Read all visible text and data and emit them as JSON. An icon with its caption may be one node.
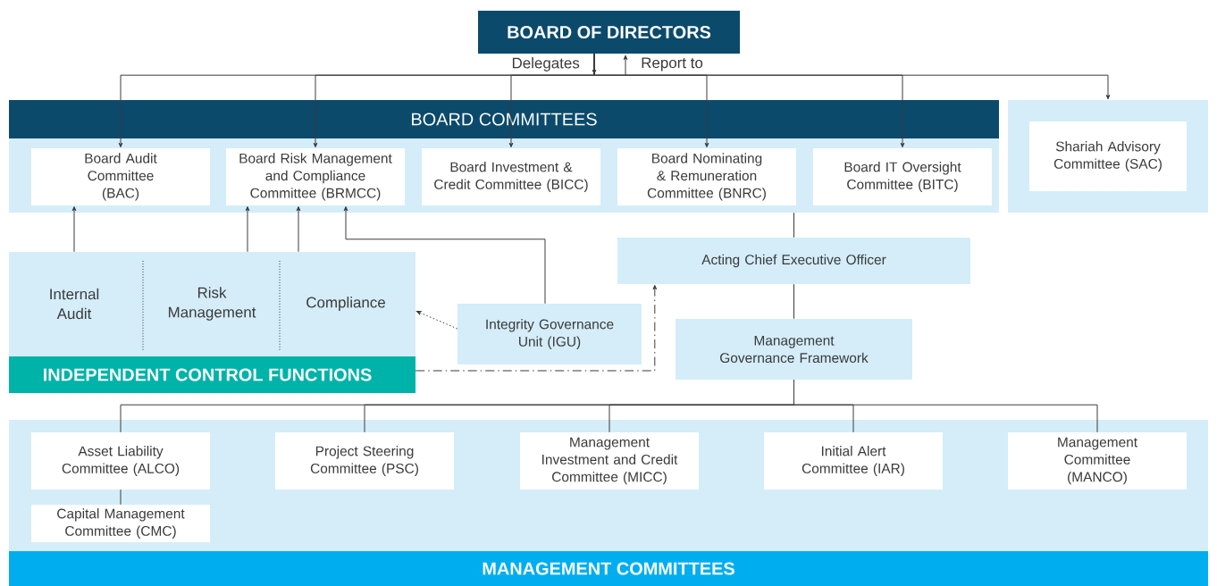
{
  "diagram": {
    "nodes": [
      {
        "text": [
          "BOARD OF DIRECTORS"
        ]
      },
      {
        "text": [
          "BOARD COMMITTEES"
        ]
      },
      {
        "text": [
          "Board Audit Committee (BAC)"
        ],
        "in": 1
      },
      {
        "text": [
          "Board Risk Management and Compliance Committee (BRMCC)"
        ],
        "in": 1
      },
      {
        "text": [
          "Board Investment & Credit Committee (BICC)"
        ],
        "in": 1
      },
      {
        "text": [
          "Board Nominating & Remuneration Committee (BNRC)"
        ],
        "in": 1
      },
      {
        "text": [
          "Board IT Oversight Committee (BITC)"
        ],
        "in": 1
      },
      {
        "text": [
          "Shariah Advisory Committee (SAC)"
        ]
      },
      {
        "text": [
          "INDEPENDENT CONTROL FUNCTIONS"
        ]
      },
      {
        "text": [
          "Internal Audit"
        ],
        "in": 8
      },
      {
        "text": [
          "Risk Management"
        ],
        "in": 8
      },
      {
        "text": [
          "Compliance"
        ],
        "in": 8
      },
      {
        "text": [
          "Integrity Governance Unit (IGU)"
        ]
      },
      {
        "text": [
          "Acting Chief Executive Officer"
        ]
      },
      {
        "text": [
          "Management Governance Framework"
        ]
      },
      {
        "text": [
          "MANAGEMENT COMMITTEES"
        ]
      },
      {
        "text": [
          "Asset Liability Committee (ALCO)"
        ],
        "in": 15
      },
      {
        "text": [
          "Project Steering Committee (PSC)"
        ],
        "in": 15
      },
      {
        "text": [
          "Management Investment and Credit Committee (MICC)"
        ],
        "in": 15
      },
      {
        "text": [
          "Initial Alert Committee (IAR)"
        ],
        "in": 15
      },
      {
        "text": [
          "Management Committee (MANCO)"
        ],
        "in": 15
      },
      {
        "text": [
          "Capital Management Committee (CMC)"
        ],
        "in": 15
      }
    ],
    "edges": [
      {
        "from": 0,
        "to": 2,
        "arrow": "to"
      },
      {
        "from": 0,
        "to": 3,
        "arrow": "to"
      },
      {
        "from": 0,
        "to": 4,
        "arrow": "to"
      },
      {
        "from": 0,
        "to": 5,
        "arrow": "to"
      },
      {
        "from": 0,
        "to": 6,
        "arrow": "to"
      },
      {
        "from": 0,
        "to": 7,
        "arrow": "to"
      },
      {
        "from": 9,
        "to": 2,
        "arrow": "to"
      },
      {
        "from": 10,
        "to": 3,
        "arrow": "to"
      },
      {
        "from": 11,
        "to": 3,
        "arrow": "to"
      },
      {
        "from": 12,
        "to": 3,
        "arrow": "to"
      },
      {
        "from": 12,
        "to": 8,
        "arrow": "to",
        "style": "dashed"
      },
      {
        "from": 8,
        "to": 13,
        "arrow": "to",
        "style": "dashed"
      },
      {
        "from": 1,
        "to": 13,
        "arrow": "none"
      },
      {
        "from": 13,
        "to": 14,
        "arrow": "none"
      },
      {
        "from": 14,
        "to": 16,
        "arrow": "none"
      },
      {
        "from": 14,
        "to": 17,
        "arrow": "none"
      },
      {
        "from": 14,
        "to": 18,
        "arrow": "none"
      },
      {
        "from": 14,
        "to": 19,
        "arrow": "none"
      },
      {
        "from": 14,
        "to": 20,
        "arrow": "none"
      },
      {
        "from": 16,
        "to": 21,
        "arrow": "none"
      }
    ],
    "labels": [
      "Delegates",
      "Report to"
    ]
  }
}
